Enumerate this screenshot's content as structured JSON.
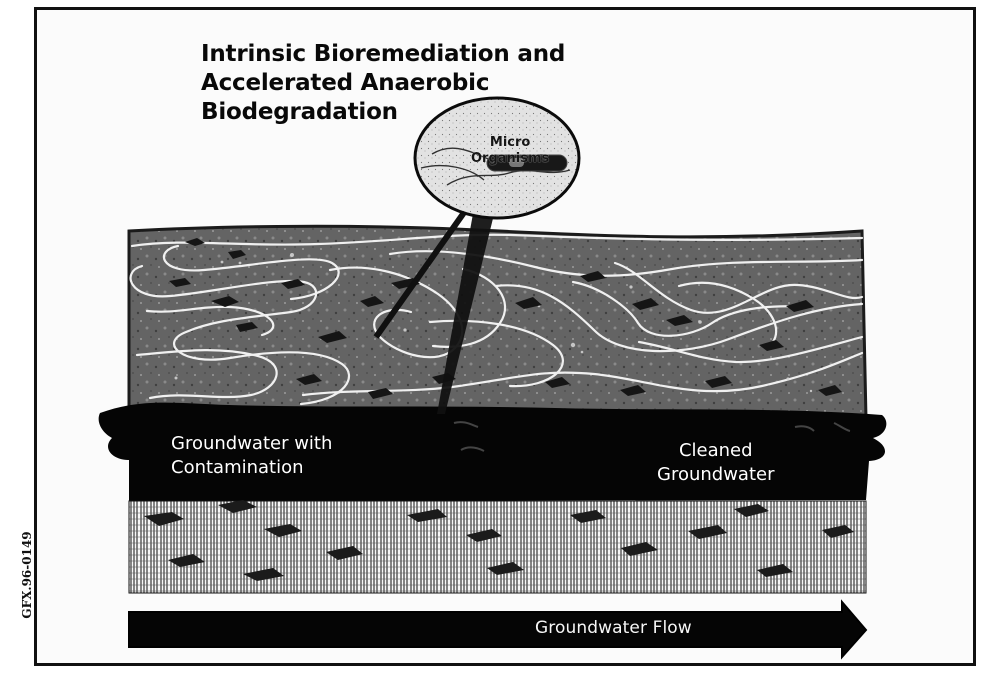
{
  "title": {
    "line1": "Intrinsic Bioremediation and",
    "line2": "Accelerated Anaerobic",
    "line3": "Biodegradation"
  },
  "callout": {
    "line1": "Micro",
    "line2": "Organisms"
  },
  "labels": {
    "groundwater_with_contamination_line1": "Groundwater with",
    "groundwater_with_contamination_line2": "Contamination",
    "cleaned_groundwater_line1": "Cleaned",
    "cleaned_groundwater_line2": "Groundwater",
    "groundwater_flow": "Groundwater Flow"
  },
  "side_identifier": "GFX.96-0149",
  "colors": {
    "ink": "#090909",
    "soil_dark": "#4f4f4f",
    "soil_mid": "#7b7b7b",
    "water": "#070707",
    "paper": "#fbfbfb",
    "white": "#ffffff"
  }
}
